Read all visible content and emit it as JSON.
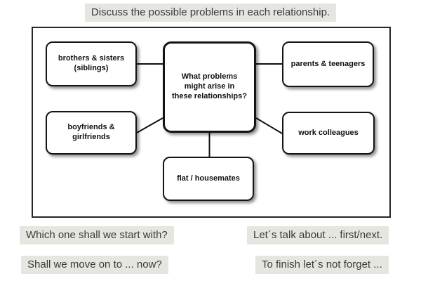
{
  "title": "Discuss the possible problems in each relationship.",
  "colors": {
    "highlight_bg": "#e6e6e1",
    "text": "#3a3a3a",
    "box_border": "#141414",
    "box_fill": "#ffffff",
    "connector": "#111111"
  },
  "diagram": {
    "center": {
      "label": "What problems\nmight arise in\nthese relationships?"
    },
    "nodes": {
      "siblings": {
        "label": "brothers & sisters\n(siblings)"
      },
      "parents": {
        "label": "parents & teenagers"
      },
      "boyfriends": {
        "label": "boyfriends &\ngirlfriends"
      },
      "colleagues": {
        "label": "work colleagues"
      },
      "flat": {
        "label": "flat / housemates"
      }
    }
  },
  "phrases": {
    "start": "Which one shall we start with?",
    "talk": "Let´s talk about ... first/next.",
    "move": "Shall we move on to ... now?",
    "finish": "To finish let´s not forget ..."
  }
}
